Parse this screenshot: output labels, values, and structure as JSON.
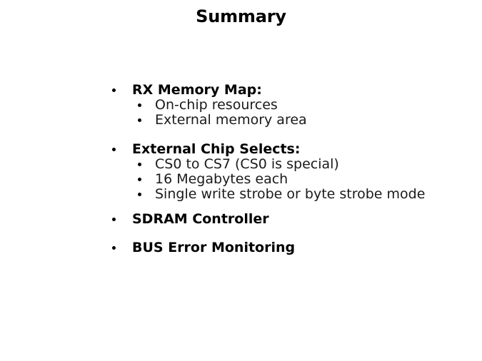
{
  "slide": {
    "title": "Summary",
    "groups": [
      {
        "heading": "RX Memory Map:",
        "items": [
          "On-chip resources",
          "External memory area"
        ]
      },
      {
        "heading": "External Chip Selects:",
        "items": [
          "CS0 to CS7 (CS0 is special)",
          "16 Megabytes each",
          "Single write strobe or byte strobe mode"
        ]
      },
      {
        "heading": "SDRAM Controller",
        "items": []
      },
      {
        "heading": "BUS Error Monitoring",
        "items": []
      }
    ],
    "icons": {
      "bullet-icon": "•"
    },
    "colors": {
      "background": "#ffffff",
      "title_text": "#000000",
      "heading_text": "#000000",
      "body_text": "#1a1a1a",
      "bullet": "#000000"
    }
  }
}
